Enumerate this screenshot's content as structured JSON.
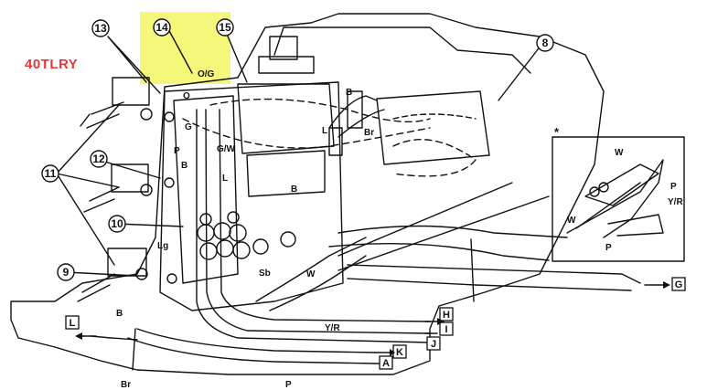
{
  "model": "40TLRY",
  "colors": {
    "highlight": "#f4f77a",
    "model_label": "#e53935",
    "ink": "#111111"
  },
  "callouts": {
    "c8": "8",
    "c9": "9",
    "c10": "10",
    "c11": "11",
    "c12": "12",
    "c13": "13",
    "c14": "14",
    "c15": "15"
  },
  "wire_labels": {
    "og": "O/G",
    "o": "O",
    "b_top": "B",
    "g": "G",
    "gw": "G/W",
    "p_left": "P",
    "b_left": "B",
    "l_mid": "L",
    "lg": "Lg",
    "sb": "Sb",
    "w_center": "W",
    "yr_bottom": "Y/R",
    "p_bottom": "P",
    "b_lower": "B",
    "br_bottom": "Br",
    "l_right": "L",
    "br_right": "Br",
    "b_right": "B",
    "det_w1": "W",
    "det_p1": "P",
    "det_yr": "Y/R",
    "det_w2": "W",
    "det_p2": "P"
  },
  "detail_marker": "*",
  "connectors": {
    "a": "A",
    "g": "G",
    "h": "H",
    "i": "I",
    "j": "J",
    "k": "K",
    "l": "L"
  }
}
